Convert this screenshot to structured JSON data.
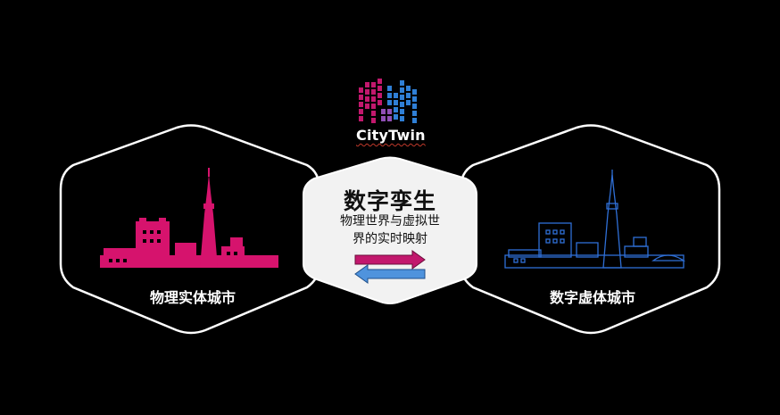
{
  "logo": {
    "text": "CityTwin",
    "icon": "city-grid-logo-icon",
    "colors": {
      "magenta": "#c2186d",
      "blue": "#2f7fd6"
    }
  },
  "left_hex": {
    "label": "物理实体城市",
    "icon": "physical-city-skyline-icon",
    "color": "#d6136d"
  },
  "center_hex": {
    "title": "数字孪生",
    "subtitle_line1": "物理世界与虚拟世",
    "subtitle_line2": "界的实时映射",
    "arrows": {
      "right_color": "#c2186d",
      "left_color": "#4f93dd"
    }
  },
  "right_hex": {
    "label": "数字虚体城市",
    "icon": "digital-city-skyline-icon",
    "color": "#2f6fd6"
  }
}
